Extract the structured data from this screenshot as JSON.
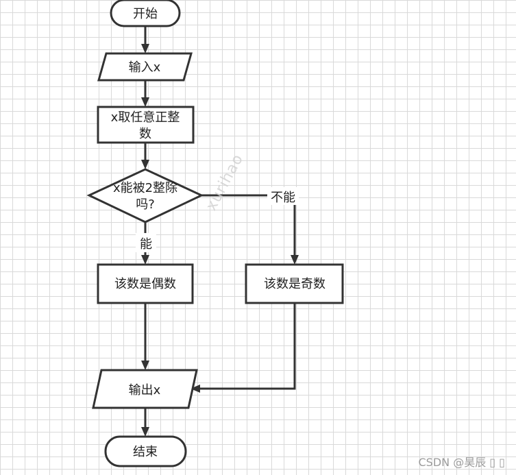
{
  "nodes": {
    "start": "开始",
    "input": "输入x",
    "take_line1": "x取任意正整",
    "take_line2": "数",
    "decision_line1": "x能被2整除",
    "decision_line2": "吗?",
    "even": "该数是偶数",
    "odd": "该数是奇数",
    "output": "输出x",
    "end": "结束"
  },
  "edges": {
    "yes": "能",
    "no": "不能"
  },
  "watermark": "xurihao",
  "credit": "CSDN @昊辰 ▯ ▯"
}
